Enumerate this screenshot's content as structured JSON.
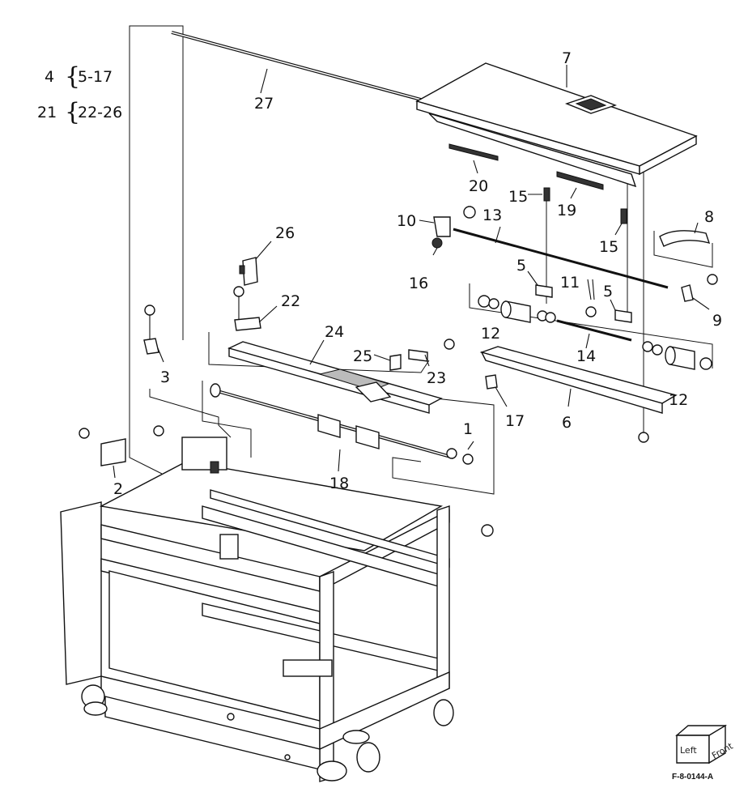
{
  "legend": [
    {
      "parent": "4",
      "range": "5-17"
    },
    {
      "parent": "21",
      "range": "22-26"
    }
  ],
  "callouts": {
    "c1": "1",
    "c2": "2",
    "c3": "3",
    "c5a": "5",
    "c5b": "5",
    "c6": "6",
    "c7": "7",
    "c8": "8",
    "c9": "9",
    "c10": "10",
    "c11": "11",
    "c12a": "12",
    "c12b": "12",
    "c13": "13",
    "c14": "14",
    "c15a": "15",
    "c15b": "15",
    "c16": "16",
    "c17": "17",
    "c18": "18",
    "c19": "19",
    "c20": "20",
    "c22": "22",
    "c23": "23",
    "c24": "24",
    "c25": "25",
    "c26": "26",
    "c27": "27"
  },
  "orientation_cube": {
    "left_label": "Left",
    "front_label": "Front"
  },
  "figure_id": "F-8-0144-A"
}
